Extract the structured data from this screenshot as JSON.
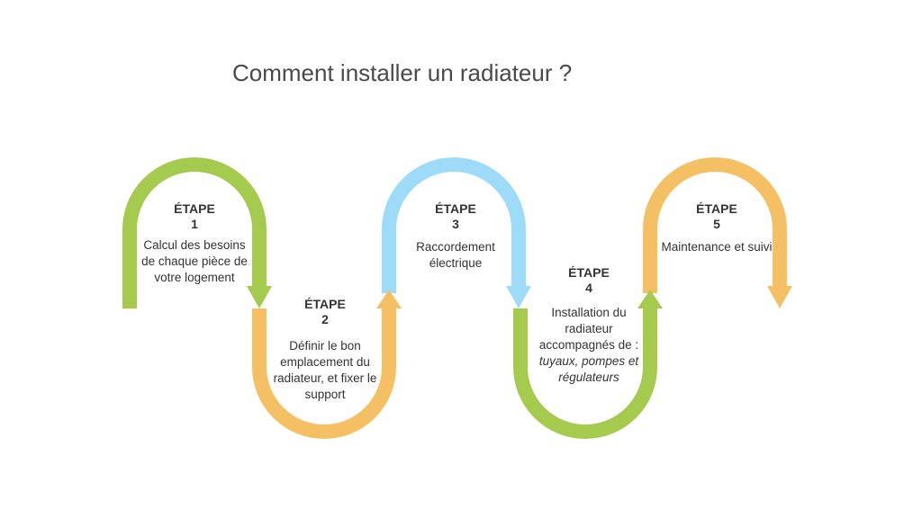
{
  "title": "Comment installer un radiateur ?",
  "colors": {
    "green": "#A4CA4E",
    "orange": "#F4C063",
    "blue": "#9EDBF8",
    "text": "#333333"
  },
  "steps": [
    {
      "label": "ÉTAPE",
      "number": "1",
      "description": "Calcul des besoins de chaque pièce de votre logement",
      "color": "green"
    },
    {
      "label": "ÉTAPE",
      "number": "2",
      "description": "Définir le bon emplacement du radiateur, et fixer le support",
      "color": "orange"
    },
    {
      "label": "ÉTAPE",
      "number": "3",
      "description": "Raccordement électrique",
      "color": "blue"
    },
    {
      "label": "ÉTAPE",
      "number": "4",
      "description_plain": "Installation du radiateur accompagnés de :",
      "description_italic": "tuyaux, pompes et régulateurs",
      "color": "green"
    },
    {
      "label": "ÉTAPE",
      "number": "5",
      "description": "Maintenance et suivi",
      "color": "orange"
    }
  ]
}
